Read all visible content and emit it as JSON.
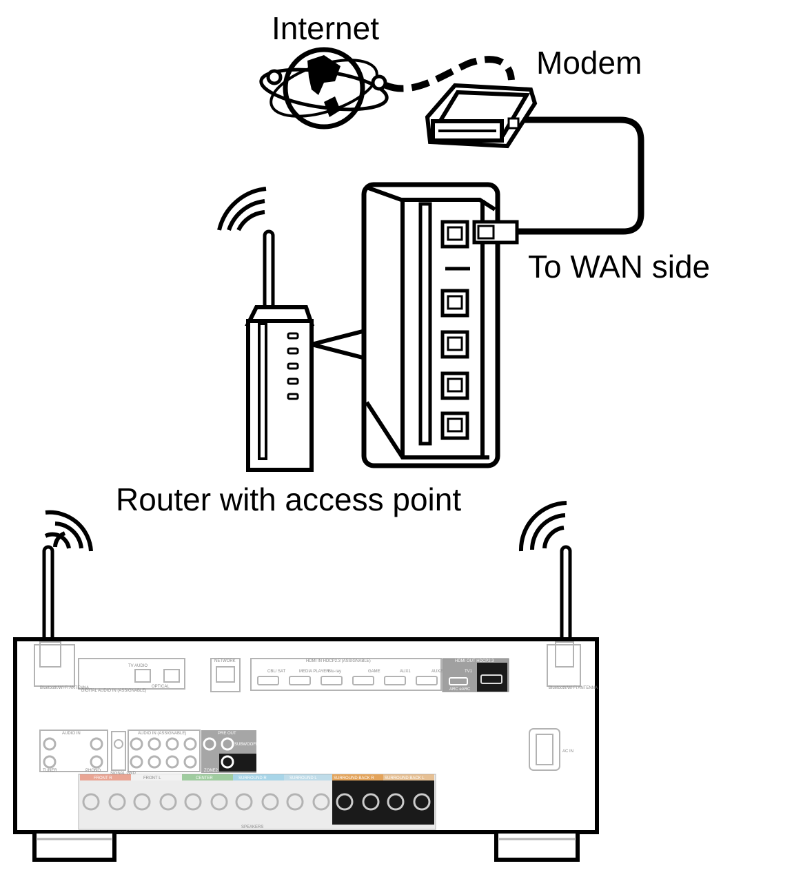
{
  "labels": {
    "internet": "Internet",
    "modem": "Modem",
    "to_wan": "To WAN side",
    "router": "Router with access point"
  },
  "panel": {
    "bt_antenna_left": "Bluetooth/Wi-Fi ANTENNA",
    "bt_antenna_right": "Bluetooth/Wi-Fi ANTENNA",
    "network": "NETWORK",
    "hdmi_in": "HDMI IN HDCP2.3 (ASSIGNABLE)",
    "hdmi_out": "HDMI OUT HDCP2.3",
    "tv1": "TV1",
    "arc": "ARC eARC",
    "digital_audio": "DIGITAL AUDIO IN (ASSIGNABLE)",
    "optical": "OPTICAL",
    "tv_audio": "TV AUDIO",
    "hdmi_ports": [
      "CBL/ SAT",
      "MEDIA PLAYER",
      "Blu-ray",
      "GAME",
      "AUX1",
      "AUX2"
    ],
    "audio_in": "AUDIO IN",
    "tuner": "TUNER",
    "phono": "PHONO",
    "signal_gnd": "SIGNAL GND",
    "audio_assignable": "AUDIO IN (ASSIGNABLE)",
    "pre_out": "PRE OUT",
    "subwoofer": "SUBWOOFER",
    "zone2": "ZONE2",
    "ac_in": "AC IN",
    "speakers": "SPEAKERS",
    "speaker_groups": [
      "FRONT R",
      "FRONT L",
      "CENTER",
      "SURROUND R",
      "SURROUND L",
      "SURROUND BACK R",
      "SURROUND BACK L"
    ]
  },
  "colors": {
    "line": "#000000",
    "panel_gray": "#b3b3b3",
    "front": "#e8765a",
    "center": "#6cb86c",
    "surround": "#7cc6e6",
    "surround_back": "#e3a35a"
  }
}
